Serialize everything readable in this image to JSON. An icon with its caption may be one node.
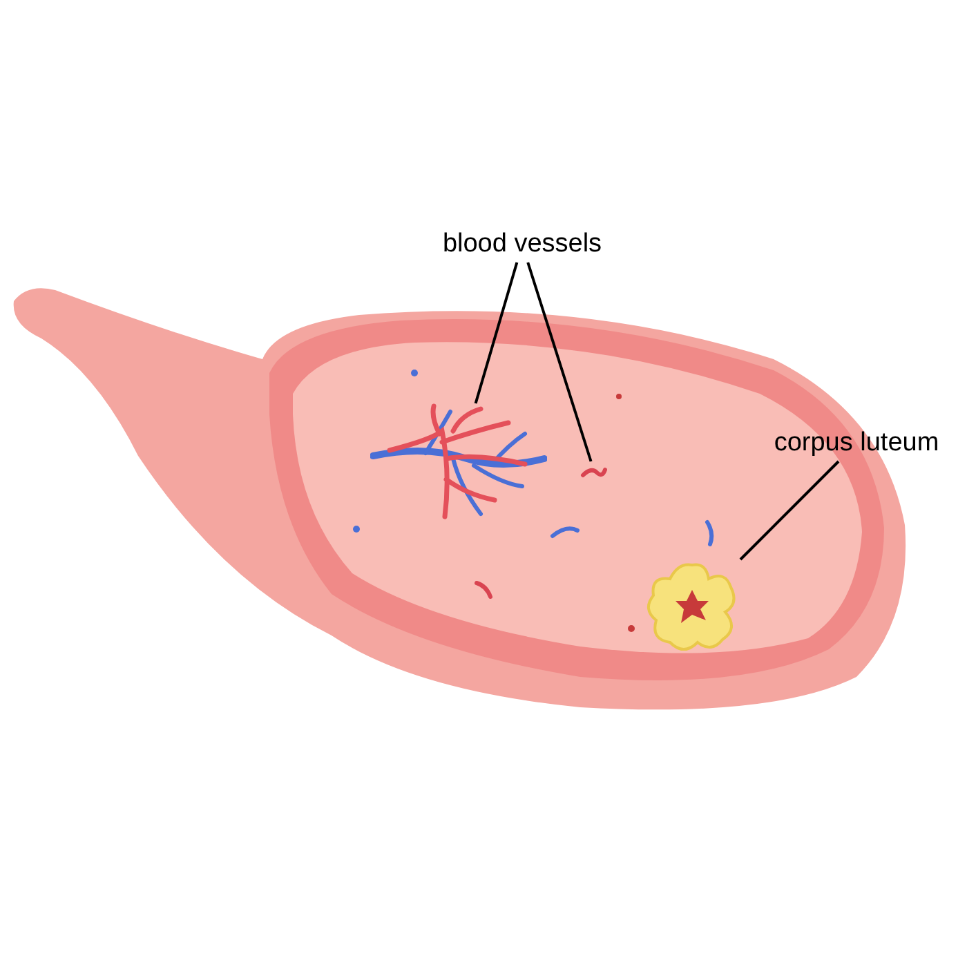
{
  "diagram": {
    "nodes": [
      {
        "text": [
          "blood vessels"
        ]
      },
      {
        "text": [],
        "shape": "picture"
      },
      {
        "text": [],
        "shape": "picture"
      },
      {
        "text": [
          "corpus luteum"
        ]
      },
      {
        "text": [],
        "shape": "picture"
      }
    ],
    "edges": [
      {
        "from": 0,
        "to": 1,
        "arrow": "none"
      },
      {
        "from": 0,
        "to": 2,
        "arrow": "none"
      },
      {
        "from": 3,
        "to": 4,
        "arrow": "none"
      }
    ]
  }
}
